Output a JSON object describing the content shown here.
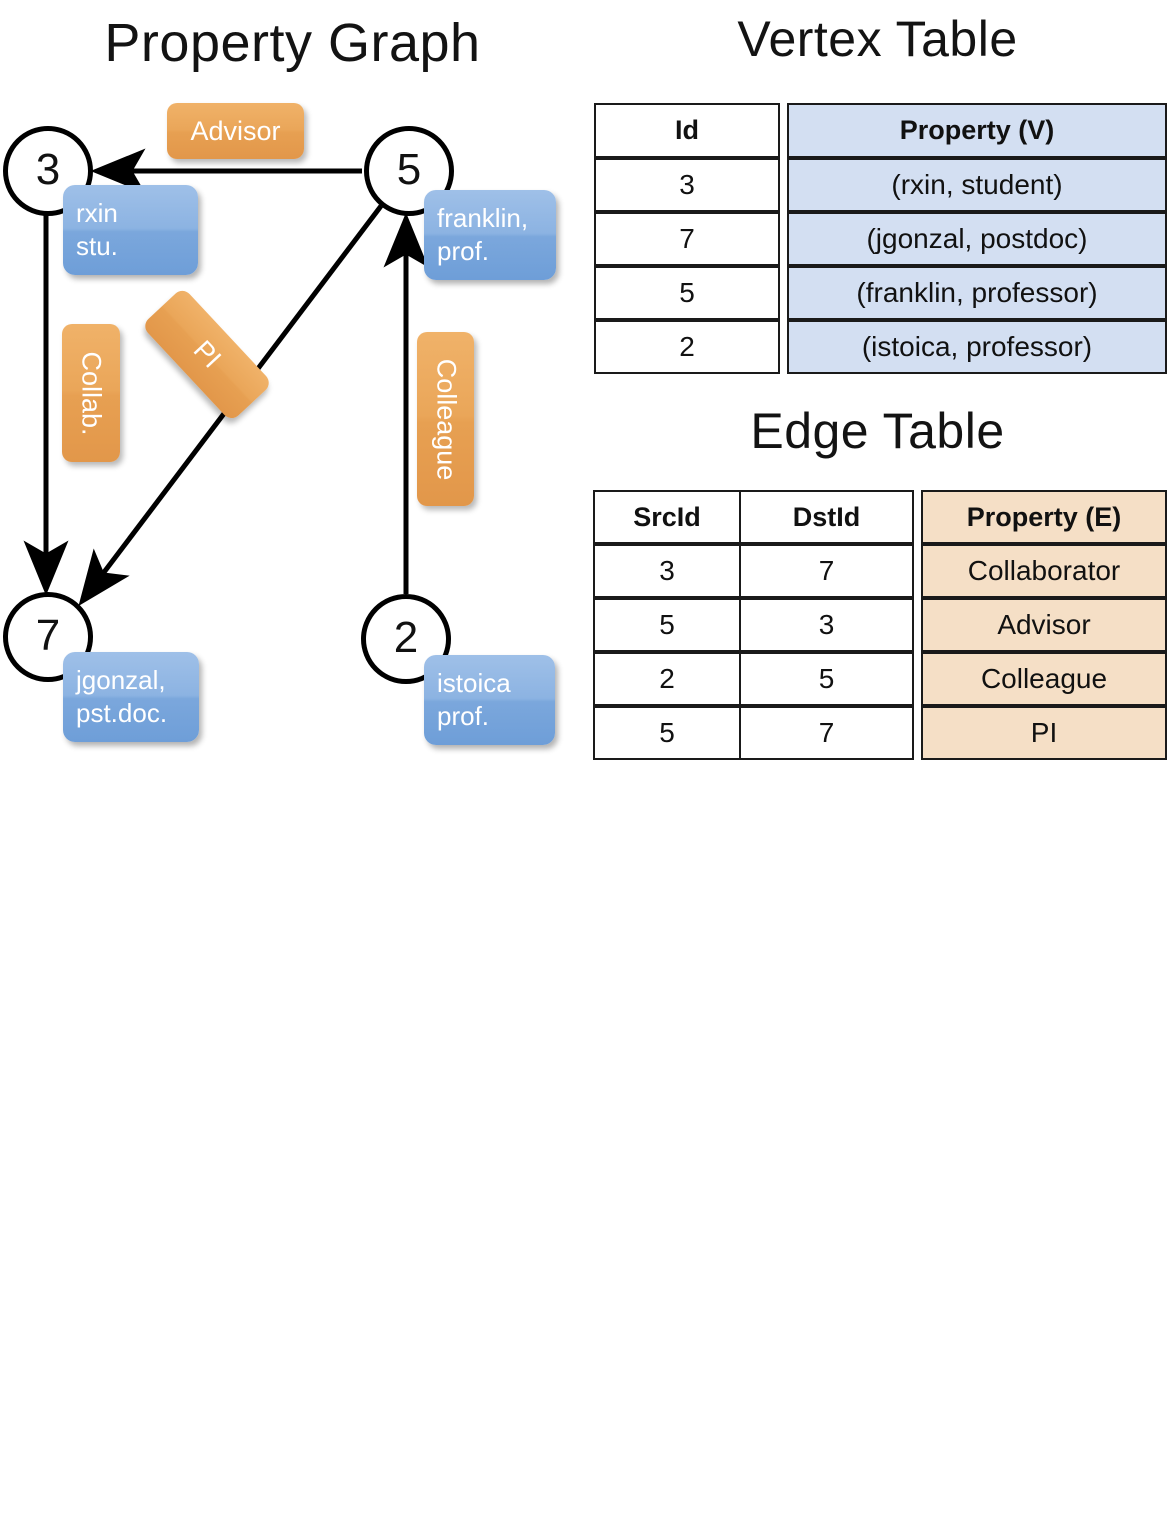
{
  "titles": {
    "property_graph": "Property Graph",
    "vertex_table": "Vertex Table",
    "edge_table": "Edge Table"
  },
  "graph": {
    "nodes": [
      {
        "id": "3",
        "property_line1": "rxin",
        "property_line2": "stu."
      },
      {
        "id": "5",
        "property_line1": "franklin,",
        "property_line2": "prof."
      },
      {
        "id": "7",
        "property_line1": "jgonzal,",
        "property_line2": "pst.doc."
      },
      {
        "id": "2",
        "property_line1": "istoica",
        "property_line2": "prof."
      }
    ],
    "edge_labels": {
      "advisor": "Advisor",
      "collab": "Collab.",
      "pi": "PI",
      "colleague": "Colleague"
    }
  },
  "vertex_table": {
    "headers": [
      "Id",
      "Property (V)"
    ],
    "rows": [
      {
        "id": "3",
        "property": "(rxin, student)"
      },
      {
        "id": "7",
        "property": "(jgonzal, postdoc)"
      },
      {
        "id": "5",
        "property": "(franklin, professor)"
      },
      {
        "id": "2",
        "property": "(istoica, professor)"
      }
    ]
  },
  "edge_table": {
    "headers": [
      "SrcId",
      "DstId",
      "Property (E)"
    ],
    "rows": [
      {
        "src": "3",
        "dst": "7",
        "property": "Collaborator"
      },
      {
        "src": "5",
        "dst": "3",
        "property": "Advisor"
      },
      {
        "src": "2",
        "dst": "5",
        "property": "Colleague"
      },
      {
        "src": "5",
        "dst": "7",
        "property": "PI"
      }
    ]
  },
  "colors": {
    "vertex_fill": "#d3dff2",
    "edge_fill": "#f5dfc6",
    "node_box": "#8cb3e2",
    "label_box": "#eaa659",
    "stroke": "#000000",
    "background": "#ffffff"
  }
}
